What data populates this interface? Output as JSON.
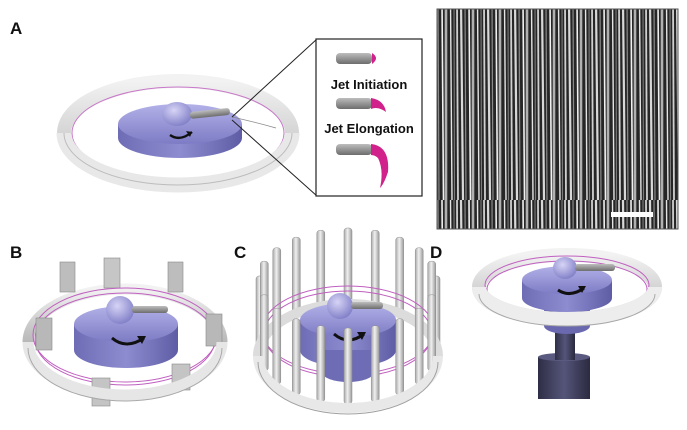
{
  "panels": {
    "a": {
      "label": "A"
    },
    "b": {
      "label": "B"
    },
    "c": {
      "label": "C"
    },
    "d": {
      "label": "D"
    }
  },
  "inset": {
    "jet_initiation": "Jet Initiation",
    "jet_elongation": "Jet Elongation"
  },
  "colors": {
    "disk": "#9a98d8",
    "disk_dark": "#6f6db8",
    "collector": "#d9d9d9",
    "fiber": "#c060c0",
    "jet_tip": "#d0228a",
    "base": "#3a3a55"
  }
}
